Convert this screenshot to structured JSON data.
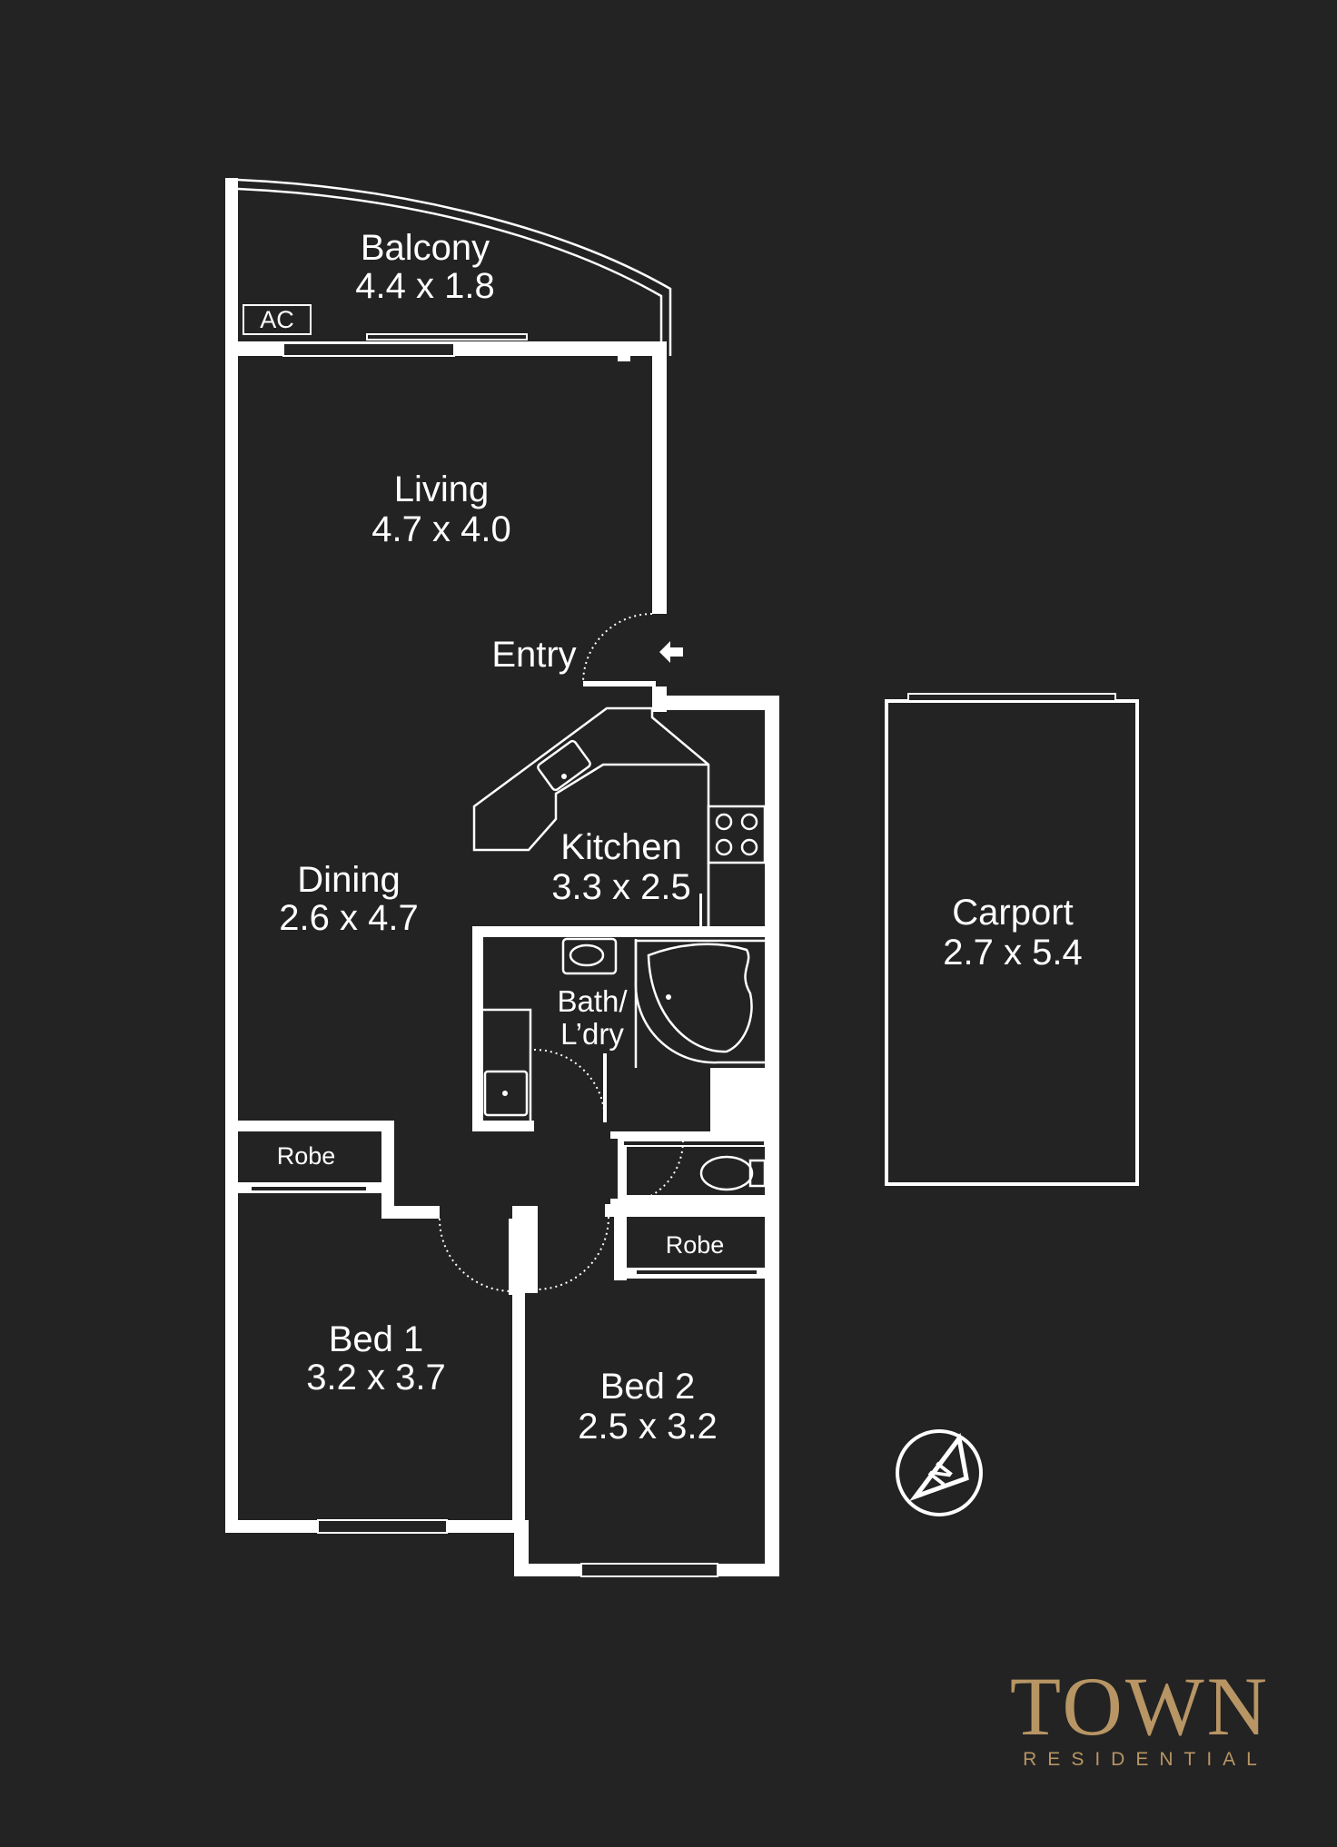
{
  "rooms": {
    "balcony": {
      "name": "Balcony",
      "dims": "4.4 x 1.8"
    },
    "living": {
      "name": "Living",
      "dims": "4.7 x 4.0"
    },
    "dining": {
      "name": "Dining",
      "dims": "2.6 x 4.7"
    },
    "kitchen": {
      "name": "Kitchen",
      "dims": "3.3 x 2.5"
    },
    "bath": {
      "name_line1": "Bath/",
      "name_line2": "L’dry"
    },
    "bed1": {
      "name": "Bed 1",
      "dims": "3.2 x 3.7"
    },
    "bed2": {
      "name": "Bed 2",
      "dims": "2.5 x 3.2"
    },
    "carport": {
      "name": "Carport",
      "dims": "2.7 x 5.4"
    }
  },
  "labels": {
    "entry": "Entry",
    "ac": "AC",
    "robe1": "Robe",
    "robe2": "Robe",
    "north": "N"
  },
  "brand": {
    "logo": "TOWN",
    "tagline": "RESIDENTIAL"
  },
  "colors": {
    "background": "#232323",
    "lines": "#ffffff",
    "brand": "#b89564"
  }
}
